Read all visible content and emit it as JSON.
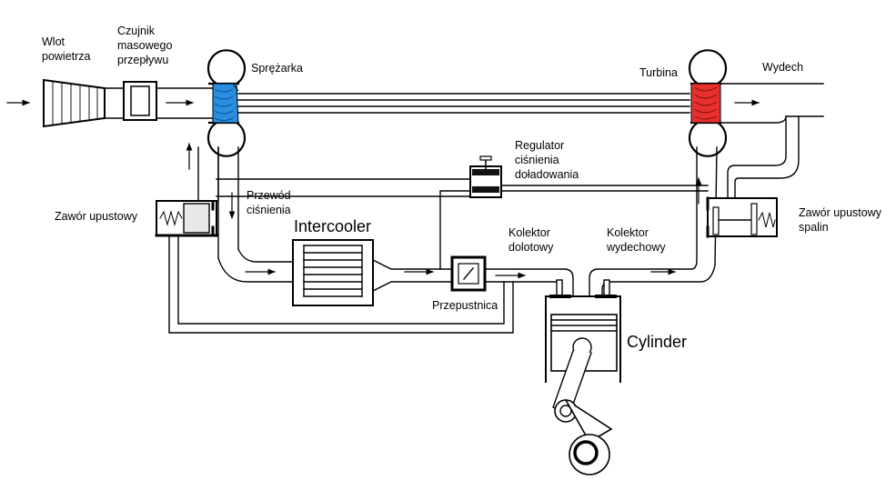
{
  "labels": {
    "air_intake": "Wlot\npowietrza",
    "maf_sensor": "Czujnik\nmasowego\nprzepływu",
    "compressor": "Sprężarka",
    "turbine": "Turbina",
    "exhaust": "Wydech",
    "blowoff_valve": "Zawór upustowy",
    "boost_line": "Przewód\nciśnienia",
    "intercooler": "Intercooler",
    "boost_regulator": "Regulator\nciśnienia\ndoładowania",
    "intake_manifold": "Kolektor\ndolotowy",
    "exhaust_manifold": "Kolektor\nwydechowy",
    "throttle": "Przepustnica",
    "cylinder": "Cylinder",
    "wastegate": "Zawór upustowy\nspalin"
  },
  "colors": {
    "compressor_wheel": "#2a8ee0",
    "turbine_wheel": "#e8302e",
    "line": "#000000"
  }
}
